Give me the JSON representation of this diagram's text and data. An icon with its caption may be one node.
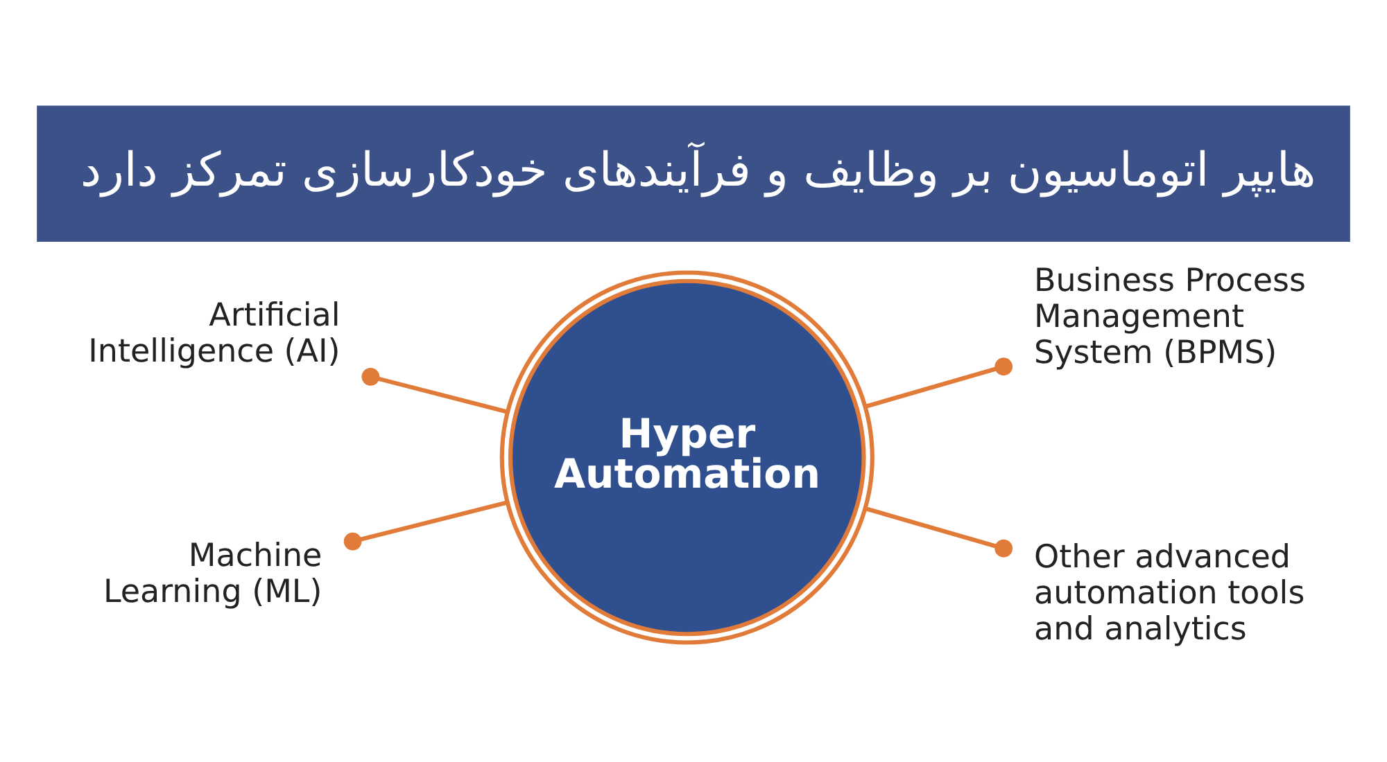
{
  "diagram": {
    "title": "هایپر اتوماسیون بر وظایف و فرآیندهای خودکارسازی تمرکز دارد",
    "nodes": [
      {
        "text": [
          "Artificial Intelligence (AI)"
        ]
      },
      {
        "text": [
          "Business Process Management System (BPMS)"
        ]
      },
      {
        "text": [
          "Hyper Automation"
        ]
      },
      {
        "text": [
          "Machine Learning (ML)"
        ]
      },
      {
        "text": [
          "Other advanced automation tools and analytics"
        ]
      }
    ],
    "edges": [
      {
        "from": 0,
        "to": 2,
        "arrow": "other"
      },
      {
        "from": 2,
        "to": 1,
        "arrow": "other"
      },
      {
        "from": 3,
        "to": 2,
        "arrow": "other"
      },
      {
        "from": 2,
        "to": 4,
        "arrow": "other"
      }
    ]
  }
}
